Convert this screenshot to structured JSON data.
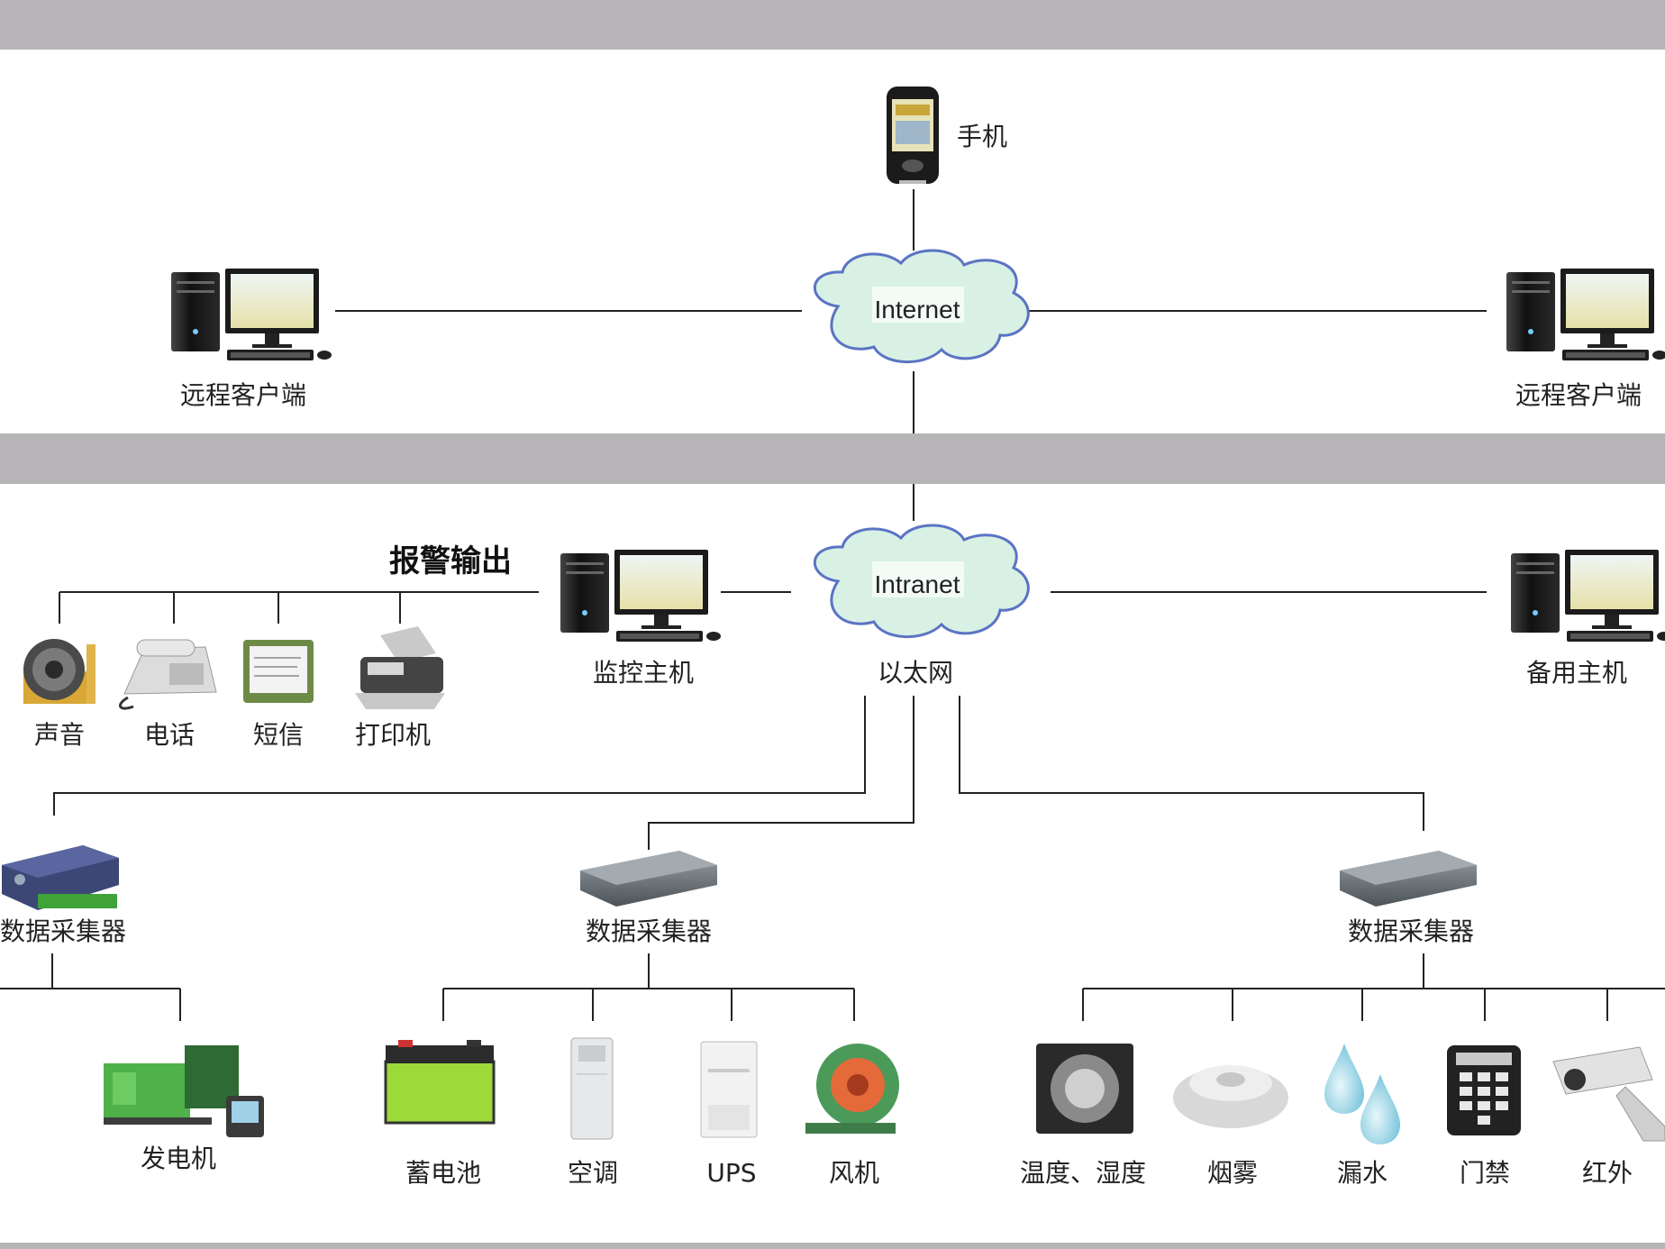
{
  "colors": {
    "band": "#b6b4b7",
    "line": "#222222",
    "cloud_fill": "#d9f1e4",
    "cloud_stroke": "#5b74c4"
  },
  "internet_zone": {
    "cloud_label": "Internet",
    "mobile_label": "手机",
    "left_client_label": "远程客户端",
    "right_client_label": "远程客户端"
  },
  "intranet_zone": {
    "cloud_label": "Intranet",
    "ethernet_label": "以太网",
    "monitor_host_label": "监控主机",
    "backup_host_label": "备用主机",
    "alarm_output_title": "报警输出",
    "alarm_outputs": [
      {
        "label": "声音",
        "icon": "speaker-icon"
      },
      {
        "label": "电话",
        "icon": "telephone-icon"
      },
      {
        "label": "短信",
        "icon": "sms-terminal-icon"
      },
      {
        "label": "打印机",
        "icon": "printer-icon"
      }
    ]
  },
  "collectors": [
    {
      "label": "数据采集器",
      "devices": [
        {
          "label": "发电机",
          "icon": "generator-icon"
        }
      ]
    },
    {
      "label": "数据采集器",
      "devices": [
        {
          "label": "蓄电池",
          "icon": "battery-icon"
        },
        {
          "label": "空调",
          "icon": "air-conditioner-icon"
        },
        {
          "label": "UPS",
          "icon": "ups-icon"
        },
        {
          "label": "风机",
          "icon": "fan-blower-icon"
        }
      ]
    },
    {
      "label": "数据采集器",
      "devices": [
        {
          "label": "温度、湿度",
          "icon": "thermo-hygrometer-icon"
        },
        {
          "label": "烟雾",
          "icon": "smoke-detector-icon"
        },
        {
          "label": "漏水",
          "icon": "water-leak-icon"
        },
        {
          "label": "门禁",
          "icon": "access-keypad-icon"
        },
        {
          "label": "红外",
          "icon": "infrared-camera-icon"
        }
      ]
    }
  ]
}
